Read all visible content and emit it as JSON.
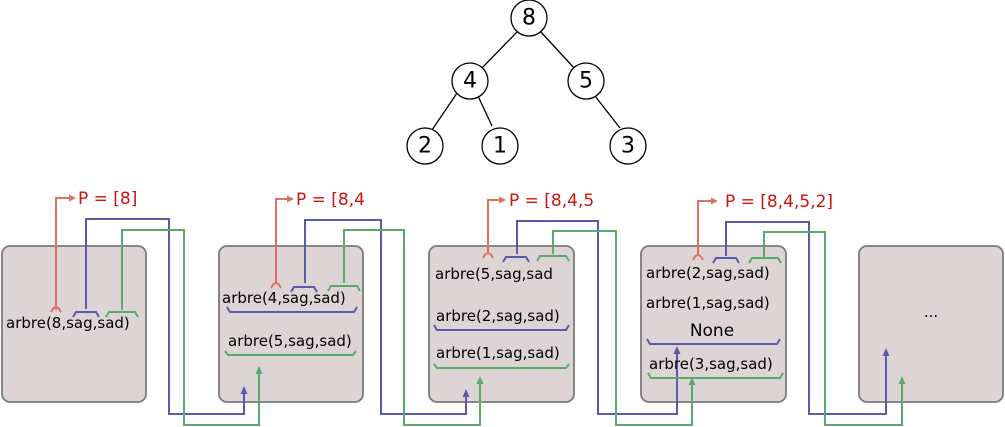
{
  "colors": {
    "p_path": "#e07060",
    "sag_path": "#5a5aaa",
    "sad_path": "#5aaa6a",
    "label_red": "#cc1111",
    "panel_fill": "#ddd5d5",
    "panel_border": "#7a7a7a"
  },
  "tree": {
    "nodes": [
      {
        "id": "n8",
        "label": "8"
      },
      {
        "id": "n4",
        "label": "4"
      },
      {
        "id": "n5",
        "label": "5"
      },
      {
        "id": "n2",
        "label": "2"
      },
      {
        "id": "n1",
        "label": "1"
      },
      {
        "id": "n3",
        "label": "3"
      }
    ],
    "edges": [
      [
        "n8",
        "n4"
      ],
      [
        "n8",
        "n5"
      ],
      [
        "n4",
        "n2"
      ],
      [
        "n4",
        "n1"
      ],
      [
        "n5",
        "n3"
      ]
    ]
  },
  "panels": [
    {
      "p_label": "P = [8]",
      "calls": [
        "arbre(8,sag,sad)"
      ]
    },
    {
      "p_label": "P = [8,4",
      "calls": [
        "arbre(4,sag,sad)",
        "arbre(5,sag,sad)"
      ]
    },
    {
      "p_label": "P = [8,4,5",
      "calls": [
        "arbre(5,sag,sad",
        "arbre(2,sag,sad)",
        "arbre(1,sag,sad)"
      ]
    },
    {
      "p_label": "P = [8,4,5,2]",
      "calls": [
        "arbre(2,sag,sad)",
        "arbre(1,sag,sad)",
        "None",
        "arbre(3,sag,sad)"
      ]
    },
    {
      "p_label": "",
      "calls": [
        "..."
      ]
    }
  ]
}
